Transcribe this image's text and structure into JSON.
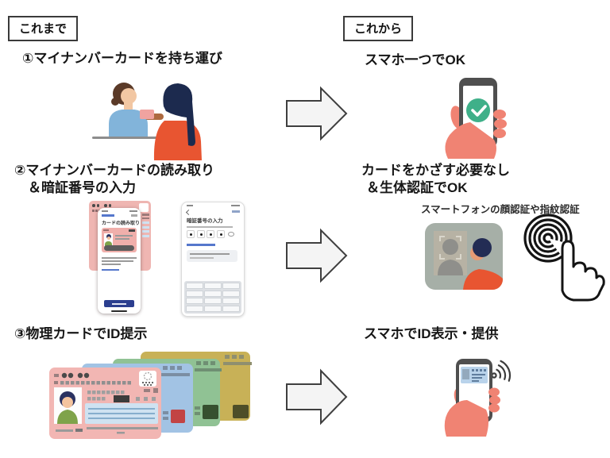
{
  "header": {
    "before_label": "これまで",
    "after_label": "これから"
  },
  "rows": [
    {
      "before_title": "①マイナンバーカードを持ち運び",
      "after_title": "スマホ一つでOK"
    },
    {
      "before_title_line1": "②マイナンバーカードの読み取り",
      "before_title_line2": "＆暗証番号の入力",
      "after_title_line1": "カードをかざす必要なし",
      "after_title_line2": "＆生体認証でOK",
      "after_caption": "スマートフォンの顔認証や指紋認証"
    },
    {
      "before_title": "③物理カードでID提示",
      "after_title": "スマホでID表示・提供"
    }
  ],
  "screens": {
    "card_reading_title": "カードの読み取り",
    "pin_entry_title": "暗証番号の入力"
  },
  "icons": {
    "arrow_icon": "block-arrow-right",
    "check_icon": "check-circle",
    "face_auth_icon": "face-recognition",
    "fingerprint_icon": "fingerprint-touch",
    "wireless_icon": "wireless-signal"
  },
  "colors": {
    "check_green": "#3fb089",
    "hand_salmon": "#f08373",
    "person_orange": "#e85531",
    "person_blue_shirt": "#82b4da",
    "card_pink": "#f2b6b3",
    "card_blue": "#a2c3e4",
    "card_green": "#90c294",
    "card_olive": "#c8b157",
    "app_button_blue": "#2b3e8f",
    "arrow_fill": "#f4f4f4"
  }
}
